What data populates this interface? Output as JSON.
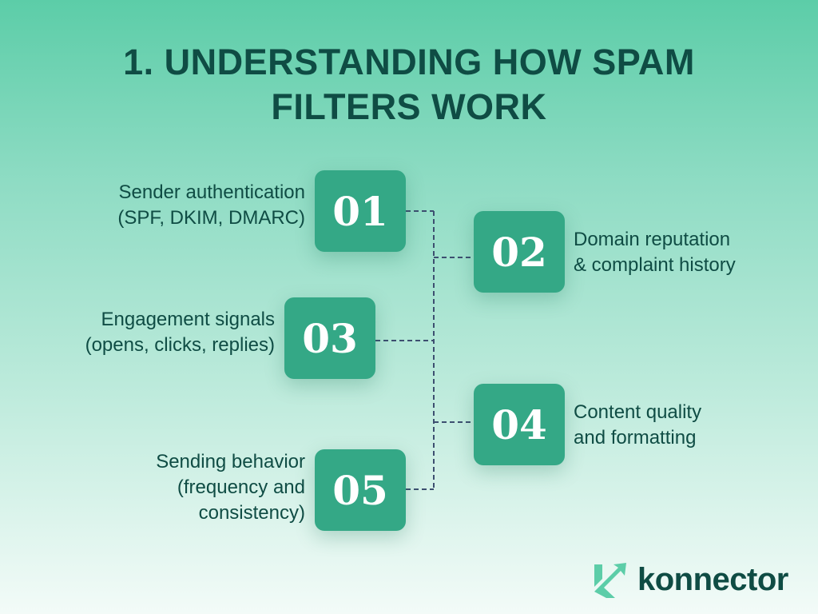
{
  "title": {
    "line1": "1. UNDERSTANDING HOW SPAM",
    "line2": "FILTERS WORK"
  },
  "items": [
    {
      "num": "01",
      "line1": "Sender authentication",
      "line2": "(SPF, DKIM, DMARC)"
    },
    {
      "num": "02",
      "line1": "Domain reputation",
      "line2": "& complaint history"
    },
    {
      "num": "03",
      "line1": "Engagement signals",
      "line2": "(opens, clicks, replies)"
    },
    {
      "num": "04",
      "line1": "Content quality",
      "line2": "and formatting"
    },
    {
      "num": "05",
      "line1": "Sending behavior",
      "line2": "(frequency and",
      "line3": "consistency)"
    }
  ],
  "logo": {
    "text": "konnector"
  },
  "colors": {
    "box": "#34a886",
    "text": "#0f4c44",
    "line": "#3d4f70",
    "logo_mark": "#5ccda8"
  }
}
